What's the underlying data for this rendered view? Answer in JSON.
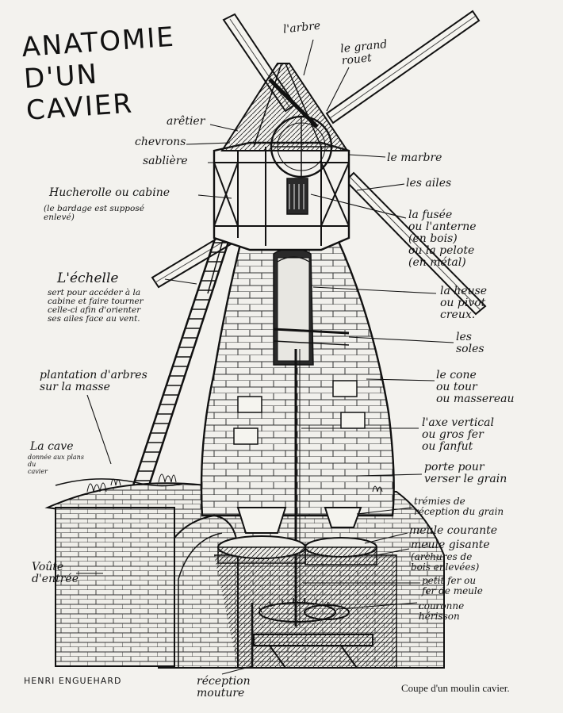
{
  "title": "ANATOMIE\nD'UN\nCAVIER",
  "labels": {
    "arbre": "l'arbre",
    "grand_rouet": "le grand\nrouet",
    "aretier": "arêtier",
    "chevrons": "chevrons",
    "sabliere": "sablière",
    "marbre": "le marbre",
    "ailes": "les ailes",
    "hucherolle": "Hucherolle ou cabine",
    "hucherolle_note": "(le bardage est supposé\nenlevé)",
    "fusee": "la fusée\nou l'anterne\n(en bois)\nou la pelote\n(en métal)",
    "echelle": "L'échelle",
    "echelle_note": "sert pour accéder à la\ncabine et faire tourner\ncelle-ci afin d'orienter\nses ailes face au vent.",
    "heuse": "la heuse\nou pivot\ncreux.",
    "soles": "les\nsoles",
    "plantation": "plantation d'arbres\nsur la masse",
    "cone": "le cone\nou tour\nou massereau",
    "cave": "La cave",
    "cave_note": "donnée aux plans\ndu\ncavier",
    "axe": "l'axe vertical\nou gros fer\nou fanfut",
    "porte": "porte pour\nverser le grain",
    "tremies": "trémies de\nréception du grain",
    "meule_courante": "meule courante",
    "meule_gisante": "meule gisante",
    "archures": "(archures de\nbois enlevées)",
    "voute": "Voûte\nd'entrée",
    "petit_fer": "petit fer ou\nfer de meule",
    "couronne": "couronne\nhérisson",
    "reception": "réception\nmouture"
  },
  "signature": "HENRI ENGUEHARD",
  "caption": "Coupe d'un moulin cavier."
}
